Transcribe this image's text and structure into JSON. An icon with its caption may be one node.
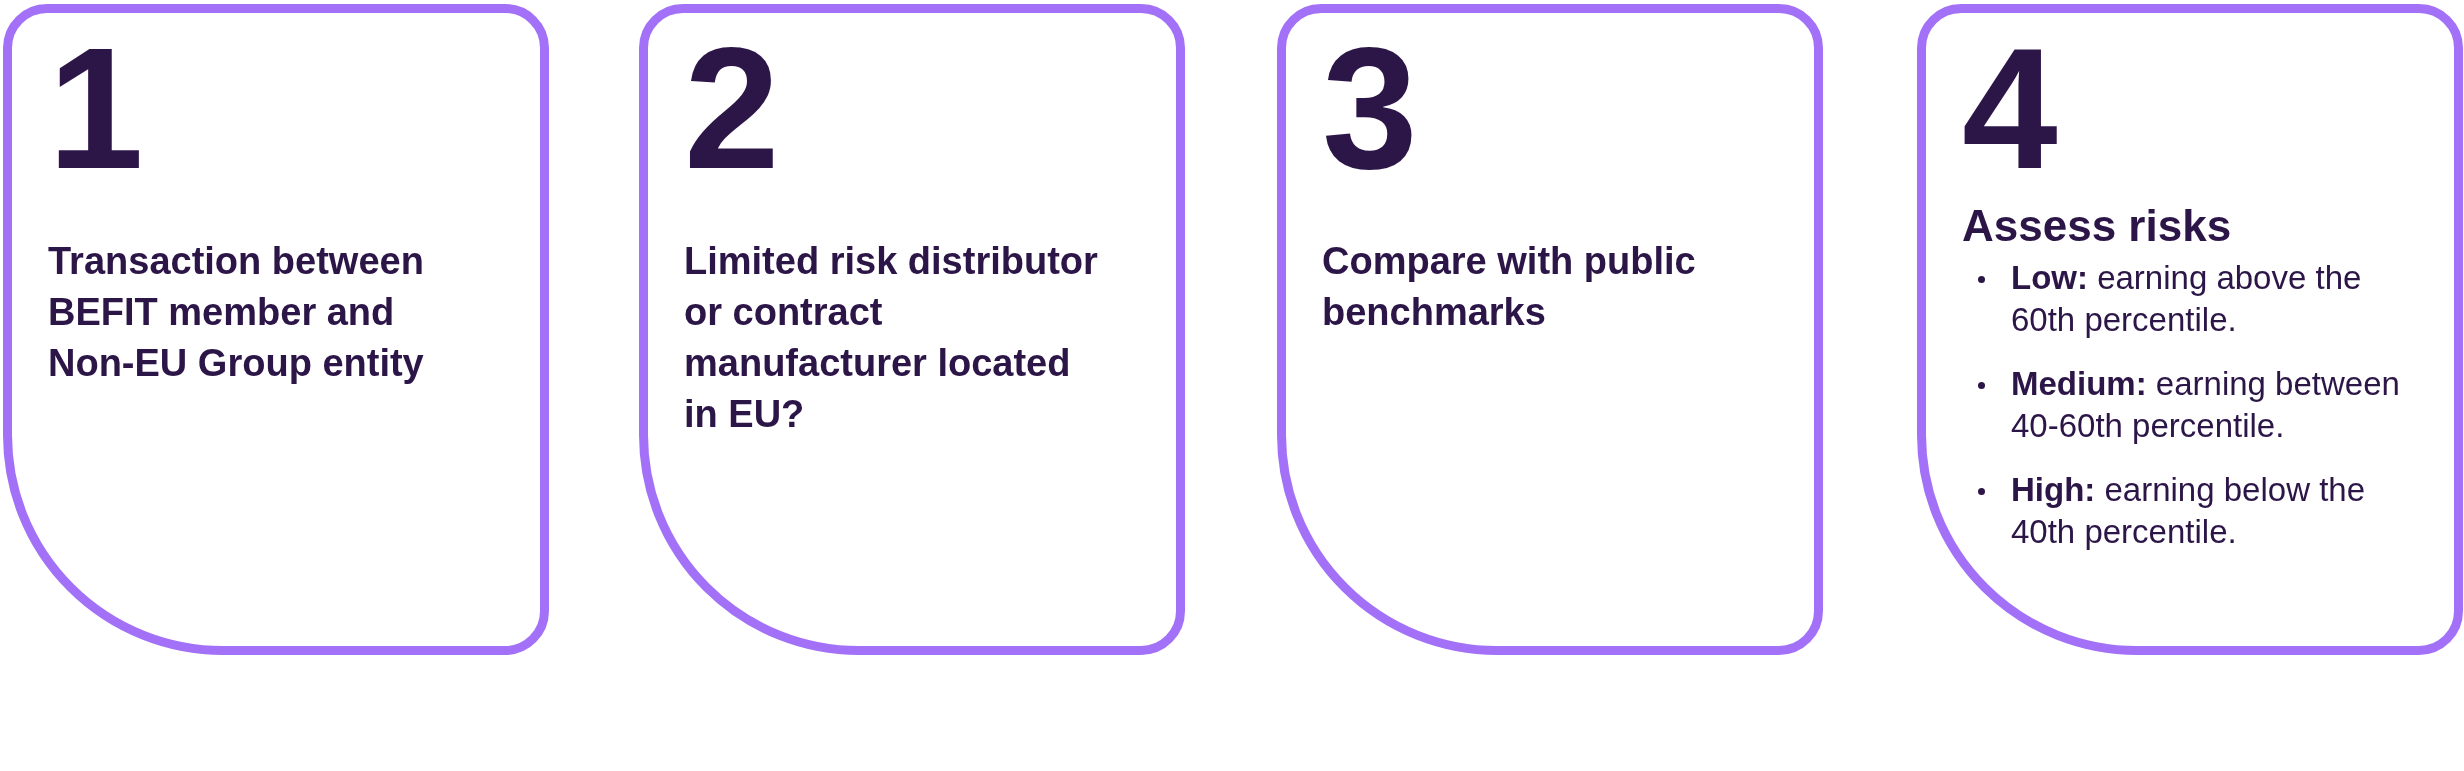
{
  "diagram": {
    "nodes": [
      {
        "text": [
          "1",
          "Transaction between BEFIT member and Non-EU Group entity"
        ]
      },
      {
        "text": [
          "2",
          "Limited risk distributor or contract manufacturer located in EU?"
        ]
      },
      {
        "text": [
          "3",
          "Compare with public benchmarks"
        ]
      },
      {
        "text": [
          "4",
          "Assess risks",
          "**Low:** earning above the 60th percentile.",
          "**Medium:** earning between 40-60th percentile.",
          "**High:** earning below the 40th percentile."
        ]
      }
    ]
  }
}
